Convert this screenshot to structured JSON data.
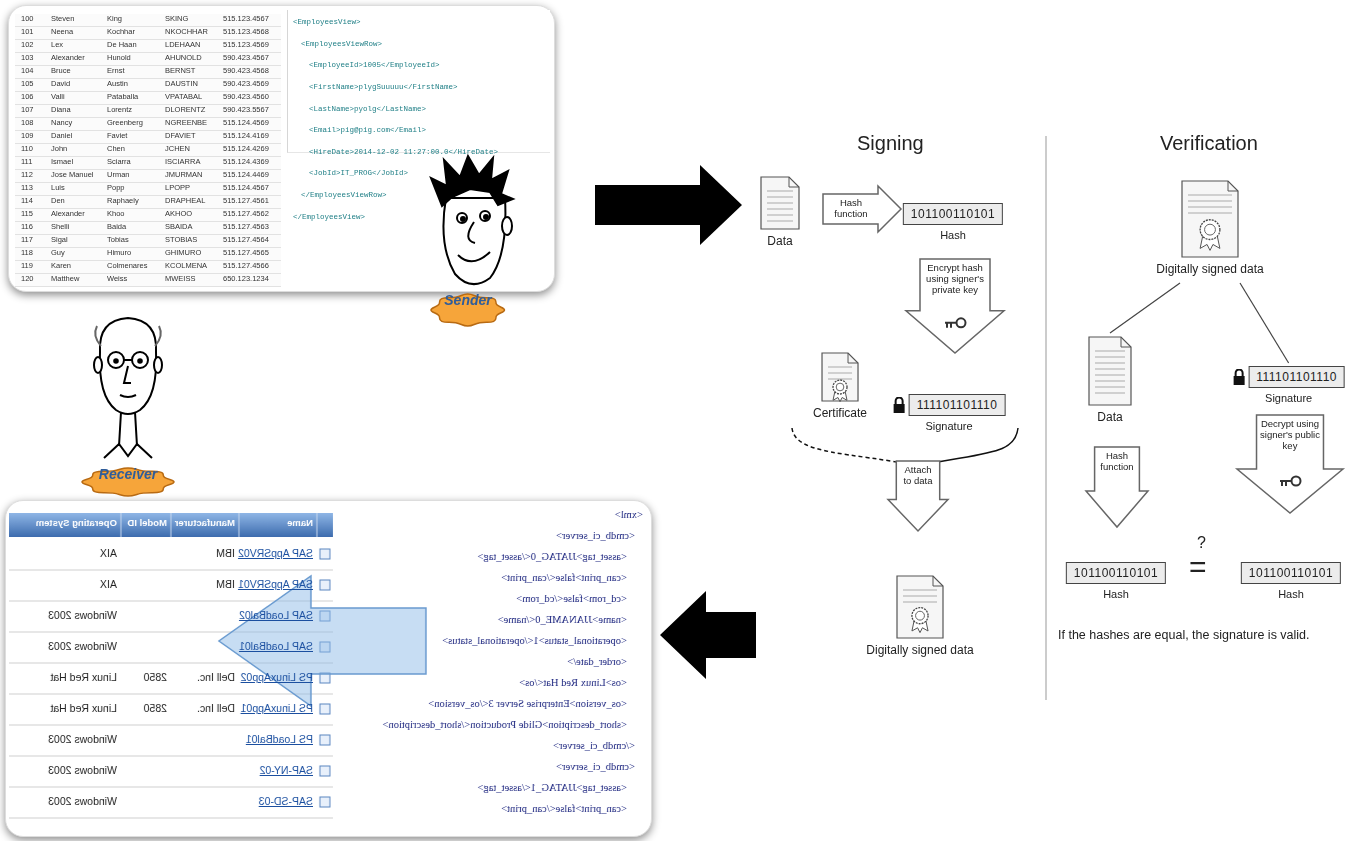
{
  "diagram": {
    "nodes": [
      {
        "text": [
          "Sender"
        ]
      },
      {
        "text": [
          "Data"
        ]
      },
      {
        "text": [
          "Hash function"
        ]
      },
      {
        "text": [
          "101100110101",
          "Hash"
        ]
      },
      {
        "text": [
          "Encrypt hash using signer's private key"
        ]
      },
      {
        "text": [
          "Certificate"
        ]
      },
      {
        "text": [
          "111101101110",
          "Signature"
        ]
      },
      {
        "text": [
          "Attach to data"
        ]
      },
      {
        "text": [
          "Digitally signed data"
        ]
      },
      {
        "text": [
          "Digitally signed data"
        ]
      },
      {
        "text": [
          "Data"
        ]
      },
      {
        "text": [
          "111101101110",
          "Signature"
        ]
      },
      {
        "text": [
          "Hash function"
        ]
      },
      {
        "text": [
          "Decrypt using signer's public key"
        ]
      },
      {
        "text": [
          "101100110101",
          "Hash"
        ]
      },
      {
        "text": [
          "101100110101",
          "Hash"
        ]
      },
      {
        "text": [
          "Receiver"
        ]
      }
    ],
    "edges": [
      {
        "from": 9,
        "to": 10,
        "arrow": "none"
      },
      {
        "from": 9,
        "to": 11,
        "arrow": "none"
      }
    ],
    "labels": [
      "Signing",
      "Verification",
      "?",
      "=",
      "If the hashes are equal, the signature is valid.",
      "100",
      "Steven",
      "King",
      "SKING",
      "515.123.4567",
      "101",
      "Neena",
      "Kochhar",
      "NKOCHHAR",
      "515.123.4568",
      "102",
      "Lex",
      "De Haan",
      "LDEHAAN",
      "515.123.4569",
      "103",
      "Alexander",
      "Hunold",
      "AHUNOLD",
      "590.423.4567",
      "104",
      "Bruce",
      "Ernst",
      "BERNST",
      "590.423.4568",
      "105",
      "David",
      "Austin",
      "DAUSTIN",
      "590.423.4569",
      "106",
      "Valli",
      "Pataballa",
      "VPATABAL",
      "590.423.4560",
      "107",
      "Diana",
      "Lorentz",
      "DLORENTZ",
      "590.423.5567",
      "108",
      "Nancy",
      "Greenberg",
      "NGREENBE",
      "515.124.4569",
      "109",
      "Daniel",
      "Faviet",
      "DFAVIET",
      "515.124.4169",
      "110",
      "John",
      "Chen",
      "JCHEN",
      "515.124.4269",
      "111",
      "Ismael",
      "Sciarra",
      "ISCIARRA",
      "515.124.4369",
      "112",
      "Jose Manuel",
      "Urman",
      "JMURMAN",
      "515.124.4469",
      "113",
      "Luis",
      "Popp",
      "LPOPP",
      "515.124.4567",
      "114",
      "Den",
      "Raphaely",
      "DRAPHEAL",
      "515.127.4561",
      "115",
      "Alexander",
      "Khoo",
      "AKHOO",
      "515.127.4562",
      "116",
      "Shelli",
      "Baida",
      "SBAIDA",
      "515.127.4563",
      "117",
      "Sigal",
      "Tobias",
      "STOBIAS",
      "515.127.4564",
      "118",
      "Guy",
      "Himuro",
      "GHIMURO",
      "515.127.4565",
      "119",
      "Karen",
      "Colmenares",
      "KCOLMENA",
      "515.127.4566",
      "120",
      "Matthew",
      "Weiss",
      "MWEISS",
      "650.123.1234",
      "<EmployeesView>",
      "<EmployeesViewRow>",
      "<EmployeeId>1005</EmployeeId>",
      "<FirstName>plygSuuuuu</FirstName>",
      "<LastName>pyolg</LastName>",
      "<Email>pig@pig.com</Email>",
      "<HireDate>2014-12-02 11:27:00.0</HireDate>",
      "<JobId>IT_PROG</JobId>",
      "</EmployeesViewRow>",
      "</EmployeesView>",
      "Name",
      "Manufacturer",
      "Model ID",
      "Operating System",
      "SAP AppSRV02",
      "IBM",
      "AIX",
      "SAP AppSRV01",
      "IBM",
      "AIX",
      "SAP LoadBal02",
      "Windows 2003",
      "SAP LoadBal01",
      "Windows 2003",
      "PS LinuxApp02",
      "Dell Inc.",
      "2850",
      "Linux Red Hat",
      "PS LinuxApp01",
      "Dell Inc.",
      "2850",
      "Linux Red Hat",
      "PS LoadBal01",
      "Windows 2003",
      "SAP-NY-02",
      "Windows 2003",
      "SAP-SD-03",
      "Windows 2003",
      "<xml>",
      "<cmdb_ci_server>",
      "<asset_tag>JJATAG_0</asset_tag>",
      "<can_print>false</can_print>",
      "<cd_rom>false</cd_rom>",
      "<name>JJANAME_0</name>",
      "<operational_status>1</operational_status>",
      "<order_date/>",
      "<os>Linux Red Hat</os>",
      "<os_version>Enterprise Server 3</os_version>",
      "<short_description>Glide Production</short_description>",
      "</cmdb_ci_server>",
      "<cmdb_ci_server>",
      "<asset_tag>JJATAG_1</asset_tag>",
      "<can_print>false</can_print>"
    ]
  }
}
